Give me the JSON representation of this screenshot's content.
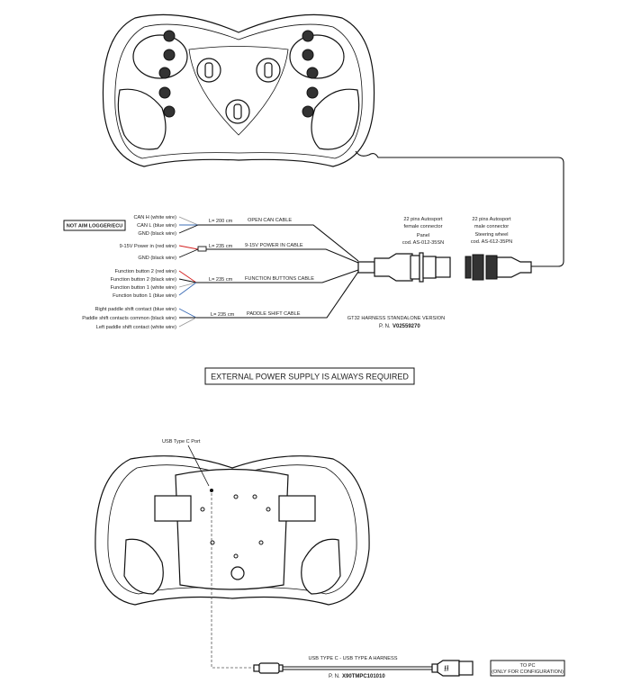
{
  "wiring": {
    "external_box": "NOT AIM LOGGER/ECU",
    "can": {
      "wires": [
        "CAN H (white wire)",
        "CAN L (blue wire)",
        "GND (black wire)"
      ],
      "length": "L= 200 cm",
      "name": "OPEN CAN CABLE"
    },
    "power": {
      "wires": [
        "9-15V Power in (red wire)",
        "GND (black wire)"
      ],
      "length": "L= 235 cm",
      "name": "9-15V POWER IN CABLE"
    },
    "function": {
      "wires": [
        "Function button 2 (red wire)",
        "Function button 2 (black wire)",
        "Function button 1 (white wire)",
        "Function button 1 (blue wire)"
      ],
      "length": "L= 235 cm",
      "name": "FUNCTION BUTTONS CABLE"
    },
    "paddle": {
      "wires": [
        "Right paddle shift contact (blue wire)",
        "Paddle shift contacts common (black wire)",
        "Left paddle shift contact (white wire)"
      ],
      "length": "L= 235 cm",
      "name": "PADDLE SHIFT CABLE"
    }
  },
  "connectors": {
    "female": [
      "22 pins Autosport",
      "female connector",
      "Panel",
      "cod. AS-012-35SN"
    ],
    "male": [
      "22 pins Autosport",
      "male connector",
      "Steering wheel",
      "cod. AS-612-35PN"
    ]
  },
  "harness": {
    "title": "GT32 HARNESS STANDALONE VERSION",
    "pn_prefix": "P. N.",
    "pn": "V02559270"
  },
  "notice": "EXTERNAL POWER SUPPLY IS ALWAYS REQUIRED",
  "usb": {
    "port_label": "USB Type C Port",
    "cable_title": "USB TYPE C - USB TYPE A HARNESS",
    "pn_prefix": "P. N.",
    "pn": "X90TMPC101010",
    "to_pc": [
      "TO PC",
      "(ONLY FOR CONFIGURATION)"
    ]
  },
  "colors": {
    "white_wire": "#999999",
    "blue_wire": "#3b6cb5",
    "red_wire": "#d42020",
    "black_wire": "#111111"
  }
}
